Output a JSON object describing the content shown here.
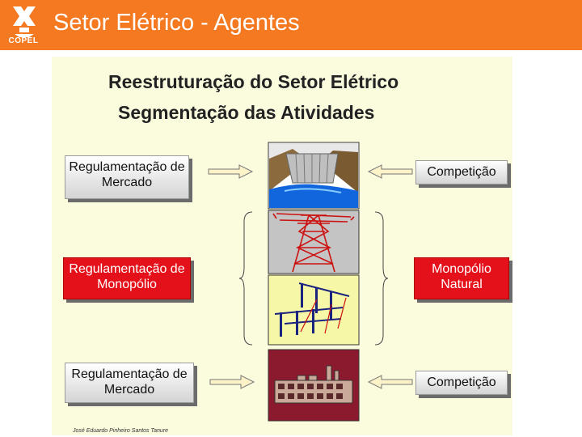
{
  "header": {
    "logo_text": "COPEL",
    "title": "Setor Elétrico - Agentes"
  },
  "slide": {
    "title_line1": "Reestruturação do Setor Elétrico",
    "title_line2": "Segmentação das Atividades",
    "left_boxes": [
      {
        "label": "Regulamentação de Mercado",
        "style": "gray"
      },
      {
        "label": "Regulamentação de Monopólio",
        "style": "red"
      },
      {
        "label": "Regulamentação de Mercado",
        "style": "gray"
      }
    ],
    "right_boxes": [
      {
        "label": "Competição",
        "style": "gray"
      },
      {
        "label": "Monopólio Natural",
        "style": "red"
      },
      {
        "label": "Competição",
        "style": "gray"
      }
    ],
    "segments": [
      "dam-generation",
      "transmission-tower",
      "distribution-poles",
      "industrial-consumer"
    ],
    "footer": "José Eduardo Pinheiro Santos Tanure"
  },
  "colors": {
    "header_orange": "#f47920",
    "slide_bg": "#fbfbde",
    "red_box": "#e4101a",
    "generation_bg": "#d2b48c",
    "transmission_bg": "#c0c0c0",
    "distribution_bg": "#f5f5a0",
    "consumer_bg": "#8b1a2e"
  }
}
